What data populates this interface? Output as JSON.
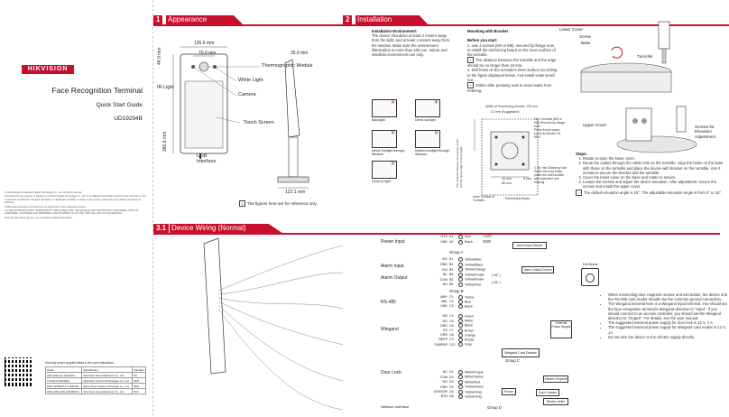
{
  "cover": {
    "brand": "HIKVISION",
    "product": "Face Recognition Terminal",
    "guide": "Quick Start Guide",
    "code": "UD19294B",
    "legal_1": "© 2020 Hangzhou Hikvision Digital Technology Co., Ltd. All rights reserved.",
    "legal_2": "This Manual is the property of Hangzhou Hikvision Digital Technology Co., Ltd. or its affiliates (hereinafter referred to as \"Hikvision\"), and it cannot be reproduced, changed, translated, or distributed, partially or wholly, by any means, without the prior written permission of Hikvision.",
    "legal_3": "Trademarks and logos mentioned are the properties of their respective owners.",
    "legal_4": "TO THE MAXIMUM EXTENT PERMITTED BY APPLICABLE LAW, THIS MANUAL AND THE PRODUCT DESCRIBED, WITH ITS HARDWARE, SOFTWARE AND FIRMWARE, ARE PROVIDED \"AS IS\" AND \"WITH ALL FAULTS AND ERRORS\".",
    "scan_note": "Scan the QR code to get the user manual for detailed information.",
    "use_supply": "Use only power supplies listed in the user instructions:",
    "manu_rows": [
      [
        "Model",
        "Manufacturer",
        "Standard"
      ],
      [
        "ADS-12FG-12 1212GPG",
        "Shenzhen Honor Electronic Co., Ltd.",
        "PG"
      ],
      [
        "TS-A012-120010Ed",
        "Shenzhen Transin Technologies Co., Ltd.",
        "PED"
      ],
      [
        "MSA-C1000IC12.0-12W-DE",
        "Moso Power Supply Technology Co., Ltd.",
        "PED"
      ],
      [
        "ADS-12FG-12N 12012EPCU",
        "Shenzhen Honor Electronic Co., Ltd.",
        "PCU"
      ]
    ]
  },
  "appearance": {
    "num": "1",
    "title": "Appearance",
    "dim_width": "126.6 mm",
    "dim_camera": "70.0 mm",
    "dim_top": "44.0 mm",
    "dim_height": "366.6 mm",
    "dim_depth": "35.0 mm",
    "dim_base": "122.1 mm",
    "thermo": "Thermographic Module",
    "white_light": "White Light",
    "ir_light": "IR Light",
    "camera": "Camera",
    "touch": "Touch Screen",
    "usb": "USB Interface",
    "note": "The figures here are for reference only."
  },
  "installation": {
    "num": "2",
    "title": "Installation",
    "env_head": "Installation Environment:",
    "env_text": "The device should be at least 2 meters away from the light, and at least 3 meters away from the window. Make sure the environment illumination is more than 100 Lux. Indoor and windless environment use only.",
    "icons": [
      "Backlight",
      "Direct sunlight",
      "Direct Sunlight through Window",
      "Indirect sunlight through Window",
      "Close to light"
    ],
    "mount_head": "Mounting with Bracket",
    "before_head": "Before you start:",
    "before_1": "1. Use 4 screws (M4 or M6), secured by flange nuts, to install the reinforcing board on the inner surface of the turnstile.",
    "before_note": "The distance between the turnstile and the edge should be no longer than 10 mm.",
    "before_2": "2. Drill holes on the turnstile's inner surface according to the figure displayed below. And install water-proof nut.",
    "before_note2": "Solder after pressing nuts to avoid water from entering.",
    "width_board": "Width of Reinforcing Board: 125 mm",
    "d12": "12 mm (Suggested)",
    "four_screws": "Our 4 screws (M5 or M6) Secured by flange nuts",
    "four_nuts": "Press 8 inch water-proof nut Model: RL M6-1",
    "dist_label": "The distance between the bracket centre and the upper edge of the turnstile",
    "d42": "42 mm",
    "d86": "86 mm",
    "d8": "8 mm",
    "soldering": "4- Ø2 mm Soldering Hole Solder the hose firmly, polish the outer surface and implement wire drawing",
    "inner_surface": "Inner Surface of Turnstile",
    "reinforcing": "Reinforcing Board",
    "lower_cover": "Lower Cover",
    "screw": "Screw",
    "base": "Base",
    "turnstile": "Turnstile",
    "upper_cover": "Upper Cover",
    "screws_elev": "Screws for Elevation Adjustment",
    "steps_head": "Steps:",
    "steps": [
      "Rotate to open the lower cover.",
      "Route the cables through the cable hole on the turnstile. Align the holes on the base with those on the turnstile and place the device with bracket on the turnstile. Use 4 screws to secure the bracket and the turnstile.",
      "Cover the lower cover on the base and rotate to secure.",
      "Loosen the screws and adjust the device elevation. After adjustment, secure the screws and install the upper cover."
    ],
    "steps_note": "The default elevation angle is 15°. The adjustable elevation angle is from 0° to 15°."
  },
  "wiring": {
    "num": "3.1",
    "title": "Device Wiring (Normal)",
    "power_input": "Power Input",
    "alarm_input": "Alarm Input",
    "alarm_output": "Alarm Output",
    "rs485": "RS-485",
    "wiegand": "Wiegand",
    "door_lock": "Door Lock",
    "network": "Network Interface",
    "group_a": "Group A",
    "group_b": "Group B",
    "group_c": "Group C",
    "group_d": "Group D",
    "power_pins": [
      [
        "+12V",
        "A1",
        "Red"
      ],
      [
        "GND",
        "A2",
        "Black"
      ]
    ],
    "power_side": [
      "+12V",
      "GND"
    ],
    "alarm_pins": [
      [
        "IN1",
        "B1",
        "Yellow/Blue"
      ],
      [
        "GND",
        "B2",
        "Yellow/Black"
      ],
      [
        "IN2",
        "B3",
        "Yellow/Orange"
      ],
      [
        "NC",
        "B4",
        "Yellow/Purple"
      ],
      [
        "COM",
        "B5",
        "Yellow/Brown"
      ],
      [
        "NO",
        "B6",
        "Yellow/Red"
      ]
    ],
    "rs485_pins": [
      [
        "485+",
        "C1",
        "Yellow"
      ],
      [
        "485-",
        "C2",
        "Blue"
      ],
      [
        "GND",
        "C3",
        "Black"
      ]
    ],
    "wiegand_pins": [
      [
        "W0",
        "C4",
        "Green"
      ],
      [
        "W1",
        "C5",
        "White"
      ],
      [
        "GND",
        "C6",
        "Black"
      ],
      [
        "OK",
        "C7",
        "Brown"
      ],
      [
        "ERR",
        "C8",
        "Orange"
      ],
      [
        "BEEP",
        "C9",
        "Purple"
      ],
      [
        "TAMPER",
        "C10",
        "Gray"
      ]
    ],
    "door_pins": [
      [
        "NC",
        "D1",
        "White/Purple"
      ],
      [
        "COM",
        "D2",
        "White/Yellow"
      ],
      [
        "NO",
        "D3",
        "White/Red"
      ],
      [
        "GND",
        "D4",
        "Yellow/Green"
      ],
      [
        "SENSOR",
        "D5",
        "Yellow/Gray"
      ],
      [
        "BTN",
        "D6",
        "Yellow/Gray"
      ]
    ],
    "alarm_input_device": "Alarm Input Device",
    "alarm_output_device": "Alarm Output Device",
    "nc": "( NC )",
    "external_power": "External Power Supply",
    "wiegand_reader": "Wiegand Card Reader",
    "exit_button": "Exit Button",
    "electric_dropbolt": "Electric Dropbolt",
    "door_contact": "Door Contact",
    "electric_strike": "Electric strike",
    "power_box": "Power",
    "notes": [
      "When connecting door magnetic sensor and exit button, the device and the RS-485 card reader should use the common ground connection.",
      "The Wiegand terminal here is a Wiegand input terminal. You should set the face recognition terminal's Wiegand direction to \"Input\". If you should connect to an access controller, you should set the Wiegand direction to \"Output\". For details, see the user manual.",
      "The suggested external power supply for door lock is 12 V, 1 A.",
      "The suggested external power supply for Wiegand card reader is 12 V, 1A.",
      "Do not wire the device to the electric supply directly."
    ]
  }
}
